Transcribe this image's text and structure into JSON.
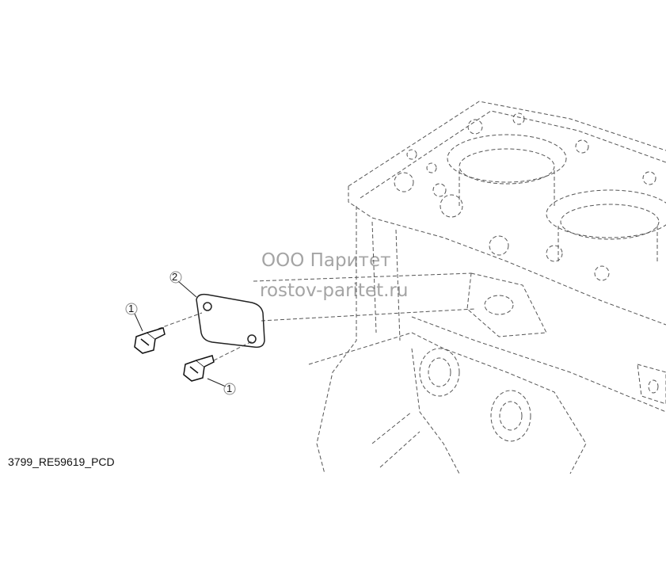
{
  "watermark": {
    "line1": "ООО Паритет",
    "line2": "rostov-paritet.ru"
  },
  "callouts": {
    "bolt_upper": "1",
    "plate": "2",
    "bolt_lower": "1"
  },
  "diagram_code": "3799_RE59619_PCD",
  "colors": {
    "line": "#222222",
    "hidden_line": "#555555",
    "watermark": "#5a5a5a"
  }
}
